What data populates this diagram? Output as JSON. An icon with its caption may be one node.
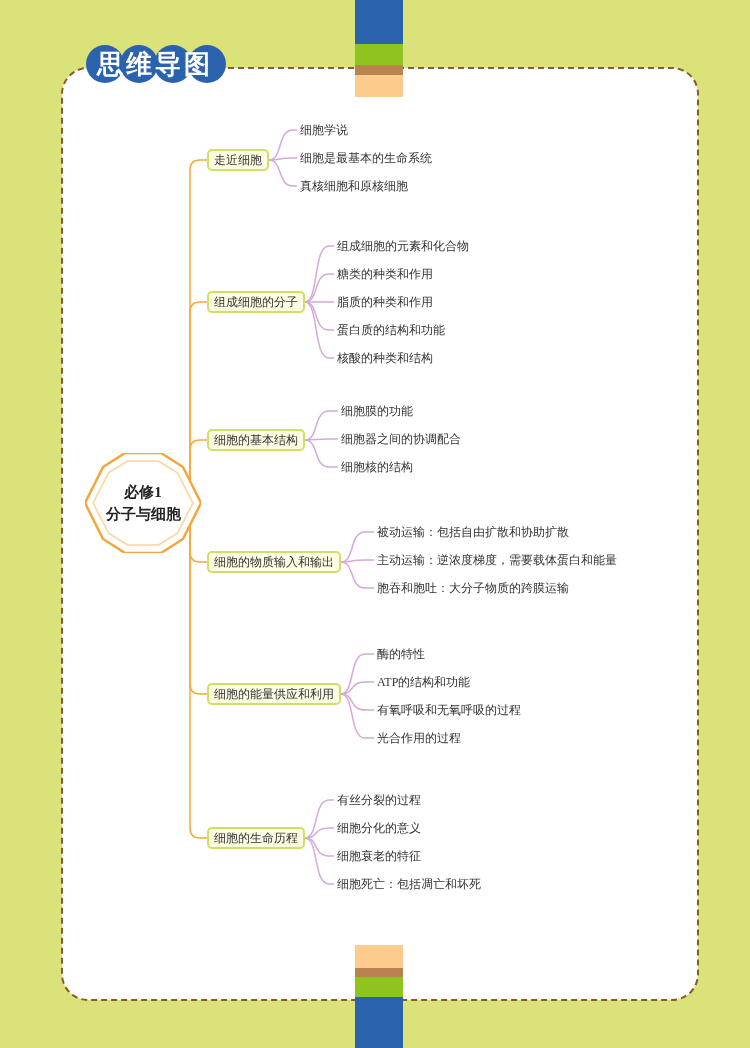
{
  "diagram": {
    "title": "思维导图",
    "nodes": [
      {
        "text": [
          "必修1",
          "分子与细胞"
        ]
      },
      {
        "text": [
          "走近细胞"
        ]
      },
      {
        "text": [
          "细胞学说"
        ]
      },
      {
        "text": [
          "细胞是最基本的生命系统"
        ]
      },
      {
        "text": [
          "真核细胞和原核细胞"
        ]
      },
      {
        "text": [
          "组成细胞的分子"
        ]
      },
      {
        "text": [
          "组成细胞的元素和化合物"
        ]
      },
      {
        "text": [
          "糖类的种类和作用"
        ]
      },
      {
        "text": [
          "脂质的种类和作用"
        ]
      },
      {
        "text": [
          "蛋白质的结构和功能"
        ]
      },
      {
        "text": [
          "核酸的种类和结构"
        ]
      },
      {
        "text": [
          "细胞的基本结构"
        ]
      },
      {
        "text": [
          "细胞膜的功能"
        ]
      },
      {
        "text": [
          "细胞器之间的协调配合"
        ]
      },
      {
        "text": [
          "细胞核的结构"
        ]
      },
      {
        "text": [
          "细胞的物质输入和输出"
        ]
      },
      {
        "text": [
          "被动运输：包括自由扩散和协助扩散"
        ]
      },
      {
        "text": [
          "主动运输：逆浓度梯度，需要载体蛋白和能量"
        ]
      },
      {
        "text": [
          "胞吞和胞吐：大分子物质的跨膜运输"
        ]
      },
      {
        "text": [
          "细胞的能量供应和利用"
        ]
      },
      {
        "text": [
          "酶的特性"
        ]
      },
      {
        "text": [
          "ATP的结构和功能"
        ]
      },
      {
        "text": [
          "有氧呼吸和无氧呼吸的过程"
        ]
      },
      {
        "text": [
          "光合作用的过程"
        ]
      },
      {
        "text": [
          "细胞的生命历程"
        ]
      },
      {
        "text": [
          "有丝分裂的过程"
        ]
      },
      {
        "text": [
          "细胞分化的意义"
        ]
      },
      {
        "text": [
          "细胞衰老的特征"
        ]
      },
      {
        "text": [
          "细胞死亡：包括凋亡和坏死"
        ]
      }
    ],
    "edges": [
      {
        "from": 0,
        "to": 1,
        "arrow": "none",
        "color": "#f7a83e"
      },
      {
        "from": 0,
        "to": 5,
        "arrow": "none",
        "color": "#f7a83e"
      },
      {
        "from": 0,
        "to": 11,
        "arrow": "none",
        "color": "#f7a83e"
      },
      {
        "from": 0,
        "to": 15,
        "arrow": "none",
        "color": "#f7a83e"
      },
      {
        "from": 0,
        "to": 19,
        "arrow": "none",
        "color": "#f7a83e"
      },
      {
        "from": 0,
        "to": 24,
        "arrow": "none",
        "color": "#f7a83e"
      },
      {
        "from": 1,
        "to": 2,
        "arrow": "none"
      },
      {
        "from": 1,
        "to": 3,
        "arrow": "none"
      },
      {
        "from": 1,
        "to": 4,
        "arrow": "none"
      },
      {
        "from": 5,
        "to": 6,
        "arrow": "none"
      },
      {
        "from": 5,
        "to": 7,
        "arrow": "none"
      },
      {
        "from": 5,
        "to": 8,
        "arrow": "none"
      },
      {
        "from": 5,
        "to": 9,
        "arrow": "none"
      },
      {
        "from": 5,
        "to": 10,
        "arrow": "none"
      },
      {
        "from": 11,
        "to": 12,
        "arrow": "none"
      },
      {
        "from": 11,
        "to": 13,
        "arrow": "none"
      },
      {
        "from": 11,
        "to": 14,
        "arrow": "none"
      },
      {
        "from": 15,
        "to": 16,
        "arrow": "none"
      },
      {
        "from": 15,
        "to": 17,
        "arrow": "none"
      },
      {
        "from": 15,
        "to": 18,
        "arrow": "none"
      },
      {
        "from": 19,
        "to": 20,
        "arrow": "none"
      },
      {
        "from": 19,
        "to": 21,
        "arrow": "none"
      },
      {
        "from": 19,
        "to": 22,
        "arrow": "none"
      },
      {
        "from": 19,
        "to": 23,
        "arrow": "none"
      },
      {
        "from": 24,
        "to": 25,
        "arrow": "none"
      },
      {
        "from": 24,
        "to": 26,
        "arrow": "none"
      },
      {
        "from": 24,
        "to": 27,
        "arrow": "none"
      },
      {
        "from": 24,
        "to": 28,
        "arrow": "none"
      }
    ]
  }
}
